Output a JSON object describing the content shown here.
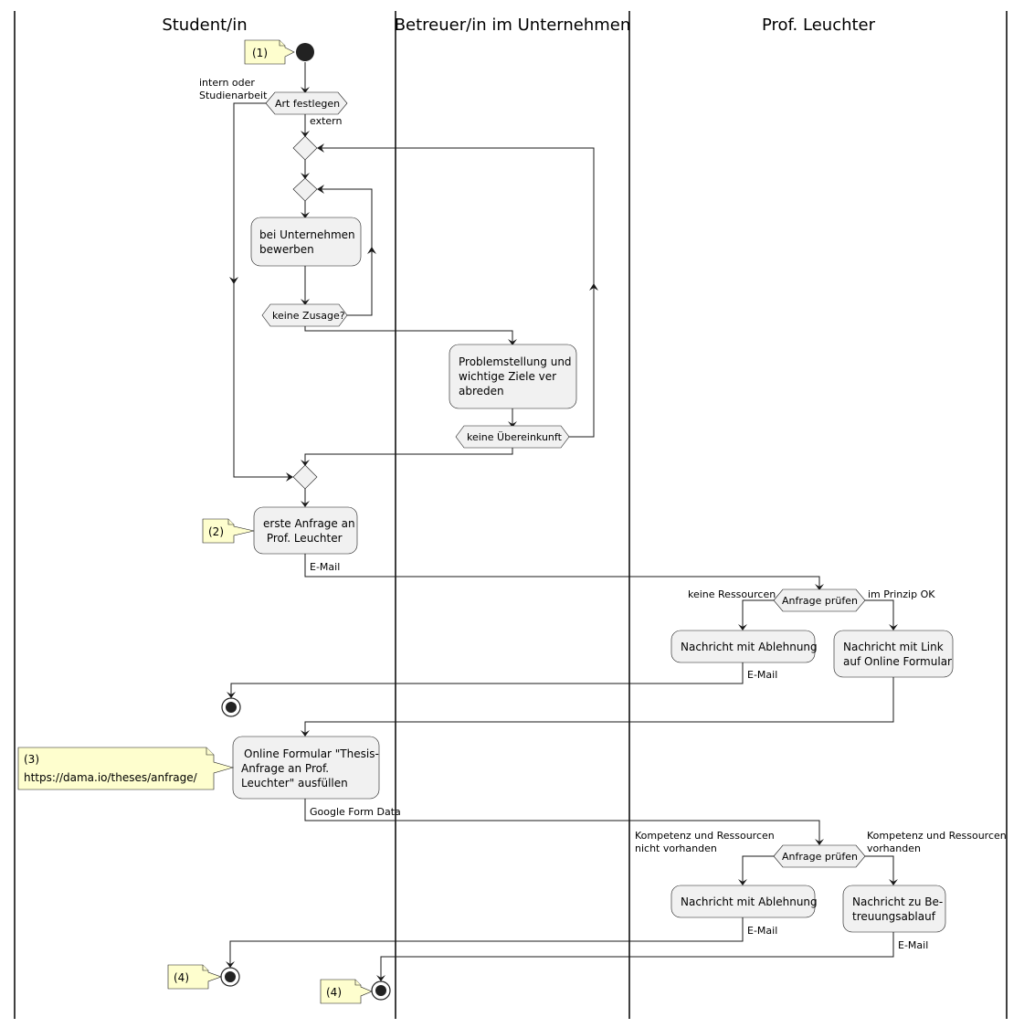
{
  "lanes": {
    "student": "Student/in",
    "supervisor": "Betreuer/in im Unternehmen",
    "professor": "Prof. Leuchter"
  },
  "notes": {
    "n1": "(1)",
    "n2": "(2)",
    "n3_line1": "(3)",
    "n3_line2": "https://dama.io/theses/anfrage/",
    "n4a": "(4)",
    "n4b": "(4)"
  },
  "decisions": {
    "art": "Art festlegen",
    "zusage": "keine Zusage?",
    "uebereinkunft": "keine Übereinkunft",
    "pruefen1": "Anfrage prüfen",
    "pruefen2": "Anfrage prüfen"
  },
  "activities": {
    "bewerben_1": "bei Unternehmen",
    "bewerben_2": "bewerben",
    "problem_1": "Problemstellung und",
    "problem_2": "wichtige Ziele ver",
    "problem_3": "abreden",
    "anfrage_1": "erste Anfrage an",
    "anfrage_2": " Prof. Leuchter",
    "ablehnung1": "Nachricht mit Ablehnung",
    "link_1": "Nachricht mit Link",
    "link_2": "auf Online Formular",
    "formular_1": "Online Formular \"Thesis-",
    "formular_2": "Anfrage an Prof.",
    "formular_3": "Leuchter\" ausfüllen",
    "ablehnung2": "Nachricht mit Ablehnung",
    "ablauf_1": "Nachricht zu Be-",
    "ablauf_2": "treuungsablauf"
  },
  "labels": {
    "intern_1": "intern oder",
    "intern_2": "Studienarbeit",
    "extern": "extern",
    "email1": "E-Mail",
    "keine_ressourcen": "keine Ressourcen",
    "im_prinzip_ok": "im Prinzip OK",
    "email2": "E-Mail",
    "google_form": "Google Form Data",
    "kompetenz_nicht_1": "Kompetenz und Ressourcen",
    "kompetenz_nicht_2": "nicht vorhanden",
    "kompetenz_vorh_1": "Kompetenz und Ressourcen",
    "kompetenz_vorh_2": "vorhanden",
    "email3": "E-Mail",
    "email4": "E-Mail"
  }
}
